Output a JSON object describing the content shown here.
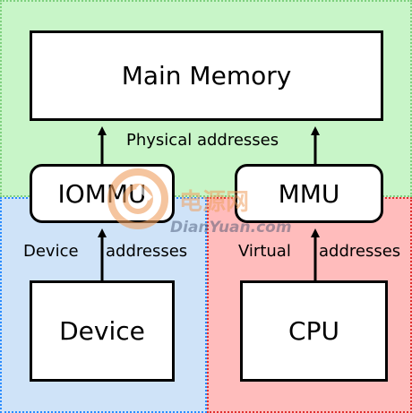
{
  "colors": {
    "physical_region": "#c8f5c8",
    "device_region": "#cfe3f8",
    "cpu_region": "#ffbcbc",
    "box_fill": "#ffffff",
    "stroke": "#000000",
    "watermark_orange": "#f0a060",
    "watermark_blue": "#3a4a6a"
  },
  "boxes": {
    "main_memory": "Main Memory",
    "iommu": "IOMMU",
    "mmu": "MMU",
    "device": "Device",
    "cpu": "CPU"
  },
  "labels": {
    "physical_addresses": "Physical addresses",
    "device": "Device",
    "device_addresses": "addresses",
    "virtual": "Virtual",
    "virtual_addresses": "addresses"
  },
  "watermark": {
    "cn_text": "电源网",
    "url_text": "DianYuan.com"
  }
}
